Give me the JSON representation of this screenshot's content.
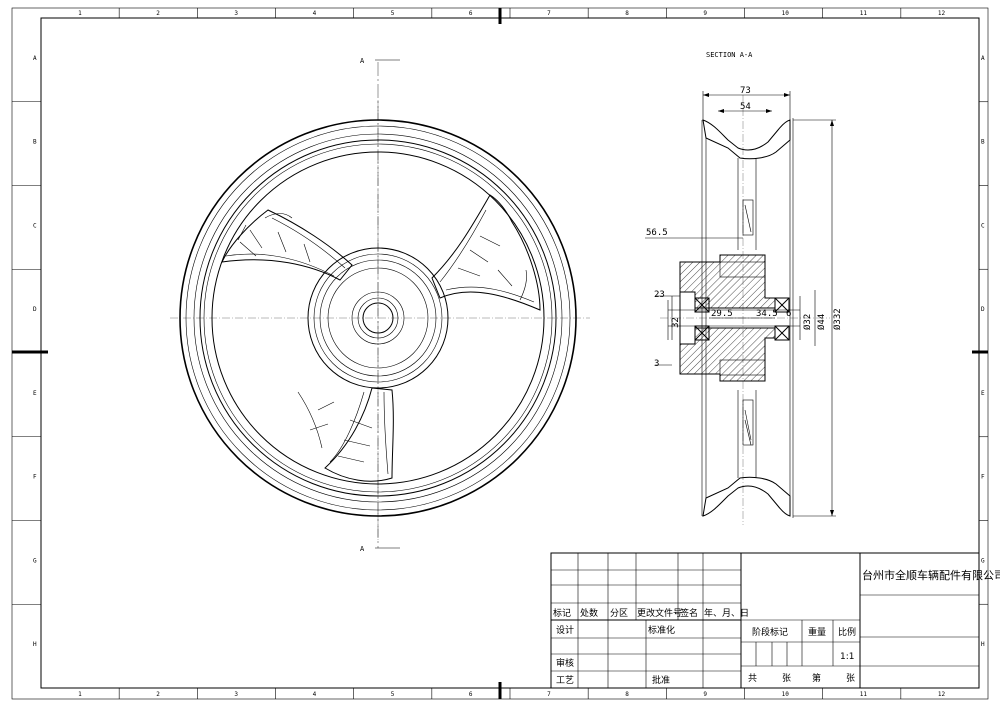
{
  "border": {
    "top_zones": [
      "1",
      "2",
      "3",
      "4",
      "5",
      "6",
      "7",
      "8",
      "9",
      "10",
      "11",
      "12"
    ],
    "bottom_zones": [
      "1",
      "2",
      "3",
      "4",
      "5",
      "6",
      "7",
      "8",
      "9",
      "10",
      "11",
      "12"
    ],
    "side_zones": [
      "A",
      "B",
      "C",
      "D",
      "E",
      "F",
      "G",
      "H"
    ]
  },
  "front_view": {
    "section_mark_top": "A",
    "section_mark_bottom": "A"
  },
  "section_view": {
    "title": "SECTION A-A",
    "dims": {
      "overall_width": "73",
      "rim_width": "54",
      "offset": "56.5",
      "hub_step": "23",
      "hub_len": "32",
      "spacer": "3",
      "bearing_left": "29.5",
      "bearing_right": "34.5",
      "bearing_w": "6",
      "bore_d": "Ø32",
      "hub_d": "Ø44",
      "wheel_d": "Ø332"
    }
  },
  "title_block": {
    "company": "台州市全顺车辆配件有限公司",
    "rev_headers": [
      "标记",
      "处数",
      "分区",
      "更改文件号",
      "签名",
      "年、月、日"
    ],
    "design": "设计",
    "standardize": "标准化",
    "review": "审核",
    "process": "工艺",
    "approve": "批准",
    "stage_mark": "阶段标记",
    "weight": "重量",
    "scale_label": "比例",
    "scale_value": "1:1",
    "sheet_total": "共",
    "sheet_unit": "张",
    "sheet_no": "第",
    "sheet_unit2": "张"
  }
}
